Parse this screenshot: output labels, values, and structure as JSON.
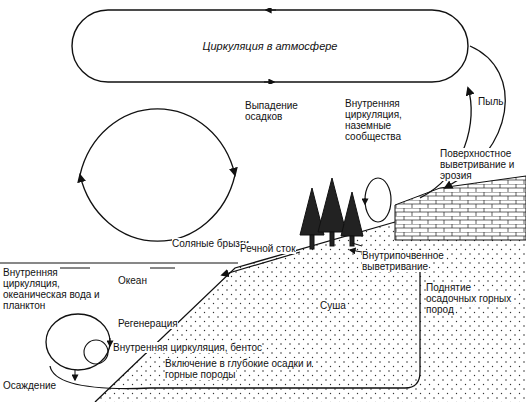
{
  "diagram": {
    "nodes": [
      {
        "text": [
          "Циркуляция в атмосфере"
        ]
      }
    ],
    "labels": [
      "Выпадение осадков",
      "Пыль",
      "Внутренняя циркуляция, наземные сообщества",
      "Поверхностное выветривание и эрозия",
      "Соляные брызги",
      "Речной сток",
      "Внутрипочвенное выветривание",
      "Океан",
      "Суша",
      "Поднятие осадочных горных пород",
      "Внутренняя циркуляция, океаническая вода и планктон",
      "Регенерация",
      "Внутренняя циркуляция, бентос",
      "Осаждение",
      "Включение в глубокие осадки и горные породы"
    ]
  }
}
